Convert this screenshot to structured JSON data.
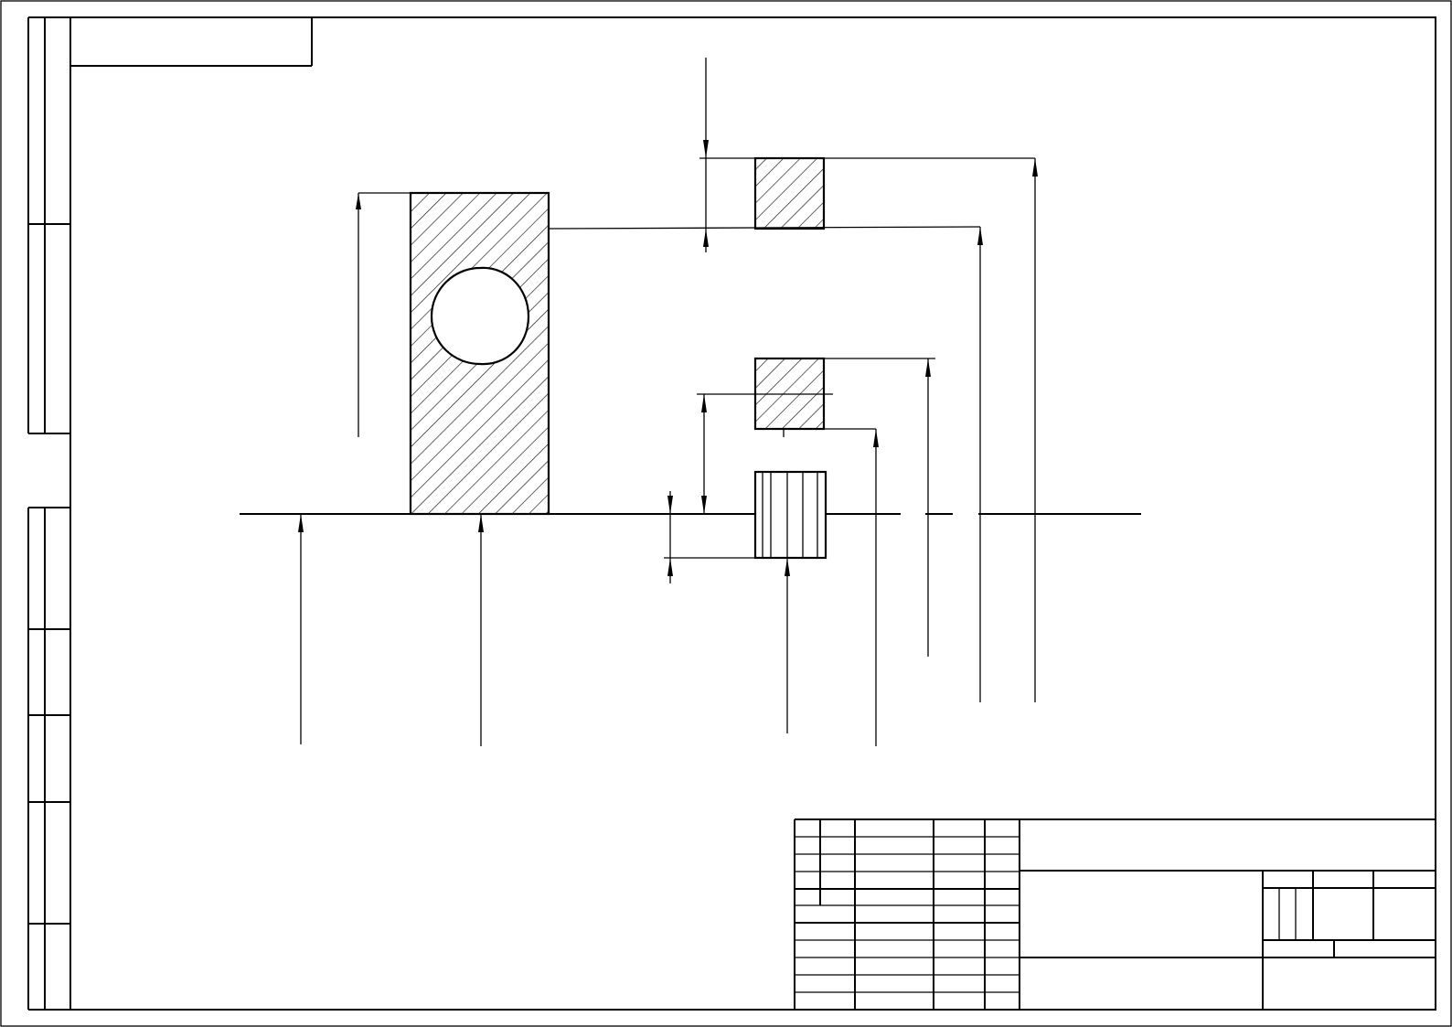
{
  "sheet": {
    "line_color": "#000000",
    "background": "#ffffff"
  },
  "views": {
    "section_block": {
      "hatch": "diagonal-45",
      "bore": "circle"
    },
    "section_upper_square": {
      "hatch": "diagonal-45"
    },
    "section_lower_square": {
      "hatch": "diagonal-45"
    },
    "side_view_block": {
      "hatch": "vertical"
    }
  },
  "title_block": {
    "designation": "",
    "part_name": "",
    "organization": ""
  }
}
